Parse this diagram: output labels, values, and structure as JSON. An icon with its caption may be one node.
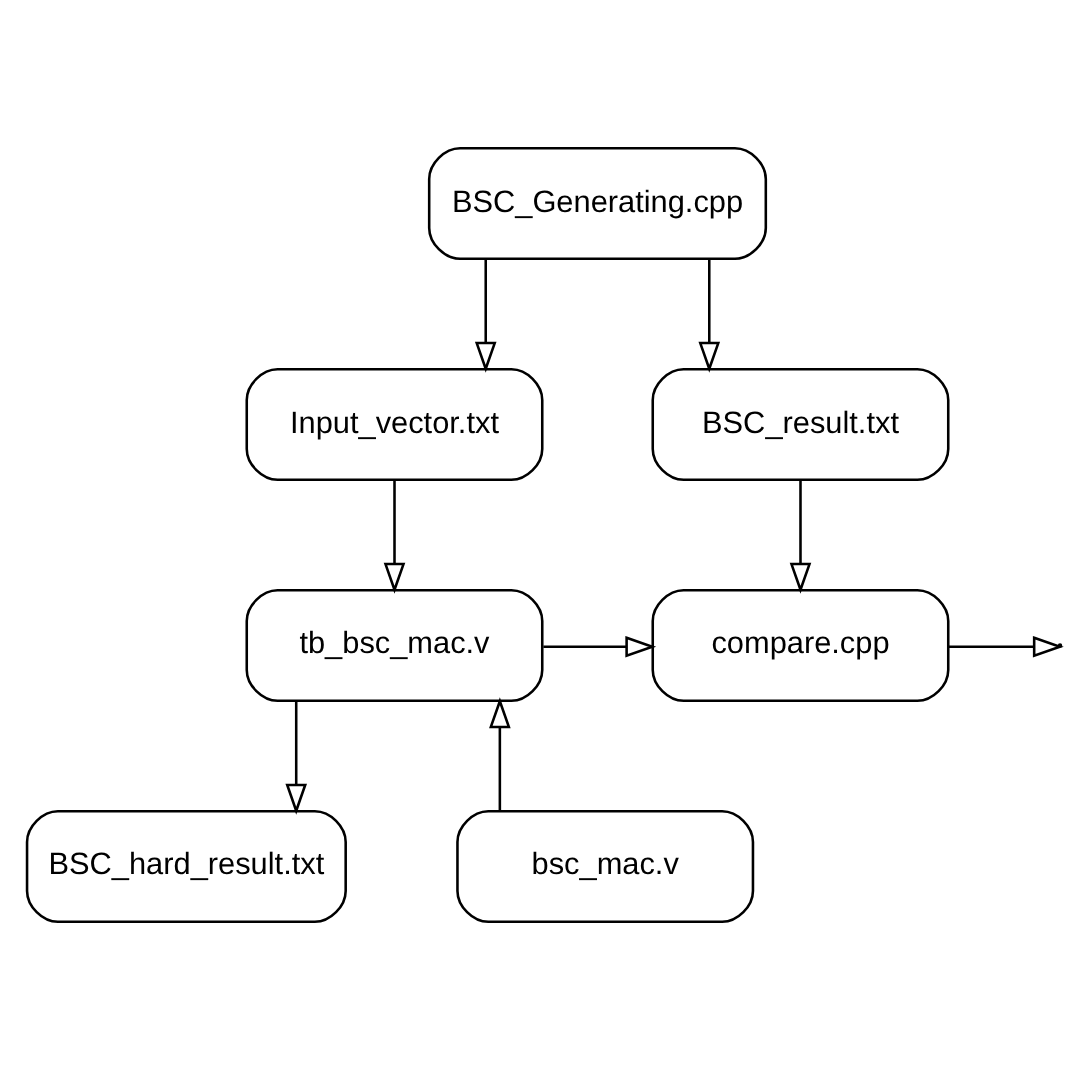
{
  "diagram": {
    "nodes": [
      {
        "text": [
          "BSC_Generating.cpp"
        ]
      },
      {
        "text": [
          "Input_vector.txt"
        ]
      },
      {
        "text": [
          "BSC_result.txt"
        ]
      },
      {
        "text": [
          "tb_bsc_mac.v"
        ]
      },
      {
        "text": [
          "compare.cpp"
        ]
      },
      {
        "text": [
          "bsc_mac.v"
        ]
      },
      {
        "text": [
          "BSC_hard_result.txt"
        ]
      }
    ],
    "edges": [
      {
        "from": 0,
        "to": 1,
        "arrow": "to"
      },
      {
        "from": 0,
        "to": 2,
        "arrow": "to"
      },
      {
        "from": 1,
        "to": 3,
        "arrow": "to"
      },
      {
        "from": 2,
        "to": 4,
        "arrow": "to"
      },
      {
        "from": 5,
        "to": 3,
        "arrow": "to"
      },
      {
        "from": 3,
        "to": 4,
        "arrow": "to"
      },
      {
        "from": 3,
        "to": 6,
        "arrow": "to"
      },
      {
        "from": 4,
        "to": null,
        "arrow": "to"
      }
    ]
  }
}
